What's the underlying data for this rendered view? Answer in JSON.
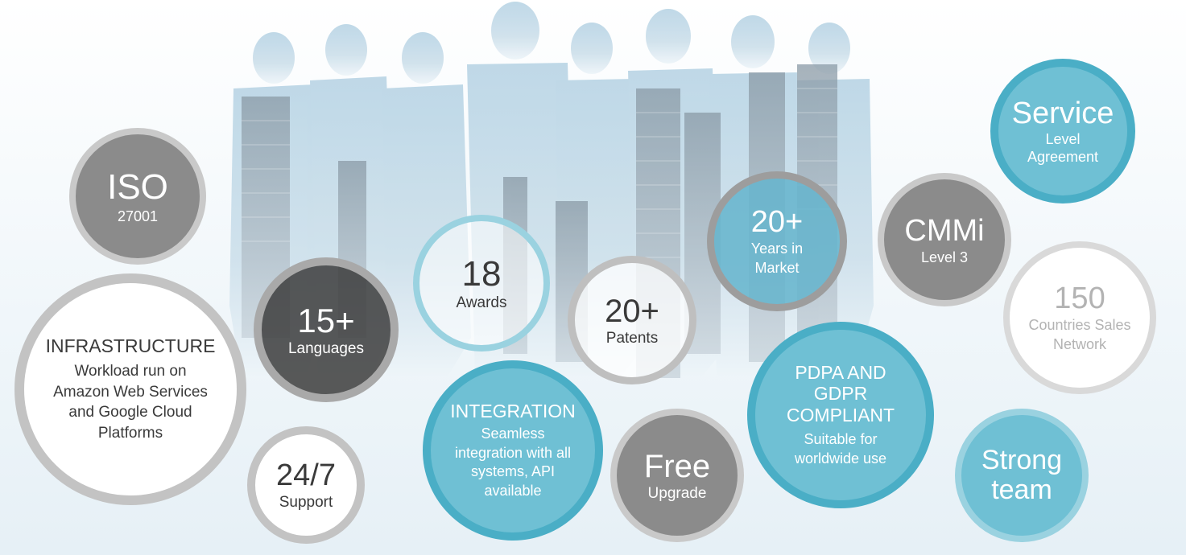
{
  "badges": {
    "iso": {
      "title": "ISO",
      "sub": "27001"
    },
    "infrastructure": {
      "title": "INFRASTRUCTURE",
      "sub": "Workload run on Amazon Web Services and Google Cloud Platforms"
    },
    "languages": {
      "title": "15+",
      "sub": "Languages"
    },
    "support": {
      "title": "24/7",
      "sub": "Support"
    },
    "awards": {
      "title": "18",
      "sub": "Awards"
    },
    "integration": {
      "title": "INTEGRATION",
      "sub": "Seamless integration with all systems, API available"
    },
    "patents": {
      "title": "20+",
      "sub": "Patents"
    },
    "free": {
      "title": "Free",
      "sub": "Upgrade"
    },
    "years": {
      "title": "20+",
      "sub": "Years in Market"
    },
    "pdpa": {
      "title": "PDPA AND GDPR COMPLIANT",
      "sub": "Suitable for worldwide use"
    },
    "cmmi": {
      "title": "CMMi",
      "sub": "Level 3"
    },
    "service": {
      "title": "Service",
      "sub": "Level Agreement"
    },
    "countries": {
      "title": "150",
      "sub": "Countries Sales Network"
    },
    "team": {
      "title": "Strong team"
    }
  },
  "colors": {
    "gray": "#8b8b8b",
    "blue": "#6fc0d4",
    "blue_ring": "#4aaec6",
    "dark": "#4a4a4a",
    "ring_gray": "#c3c3c3"
  },
  "background": {
    "description_icon": "people-city-silhouette"
  }
}
